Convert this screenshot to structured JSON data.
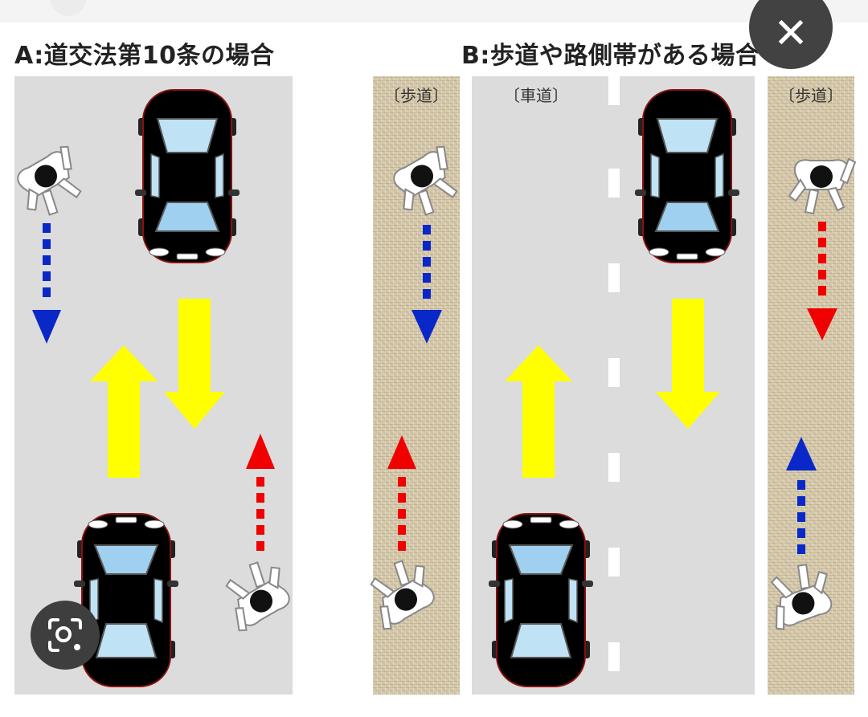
{
  "panel_a": {
    "heading": "A:道交法第10条の場合"
  },
  "panel_b": {
    "heading": "B:歩道や路側帯がある場合",
    "sidewalk_left_label": "〔歩道〕",
    "roadway_label": "〔車道〕",
    "sidewalk_right_label": "〔歩道〕"
  },
  "controls": {
    "close_glyph": "✕",
    "close_icon": "close-icon",
    "lens_icon": "camera-search-icon"
  },
  "colors": {
    "red_car": "#e0261d",
    "blue_car": "#4a9be0",
    "yellow_arrow": "#ffff00",
    "blue_arrow": "#0a28c8",
    "red_arrow": "#f00000",
    "road": "#dcdcdc",
    "sidewalk": "#d9ccae",
    "overlay_button": "#424242"
  }
}
